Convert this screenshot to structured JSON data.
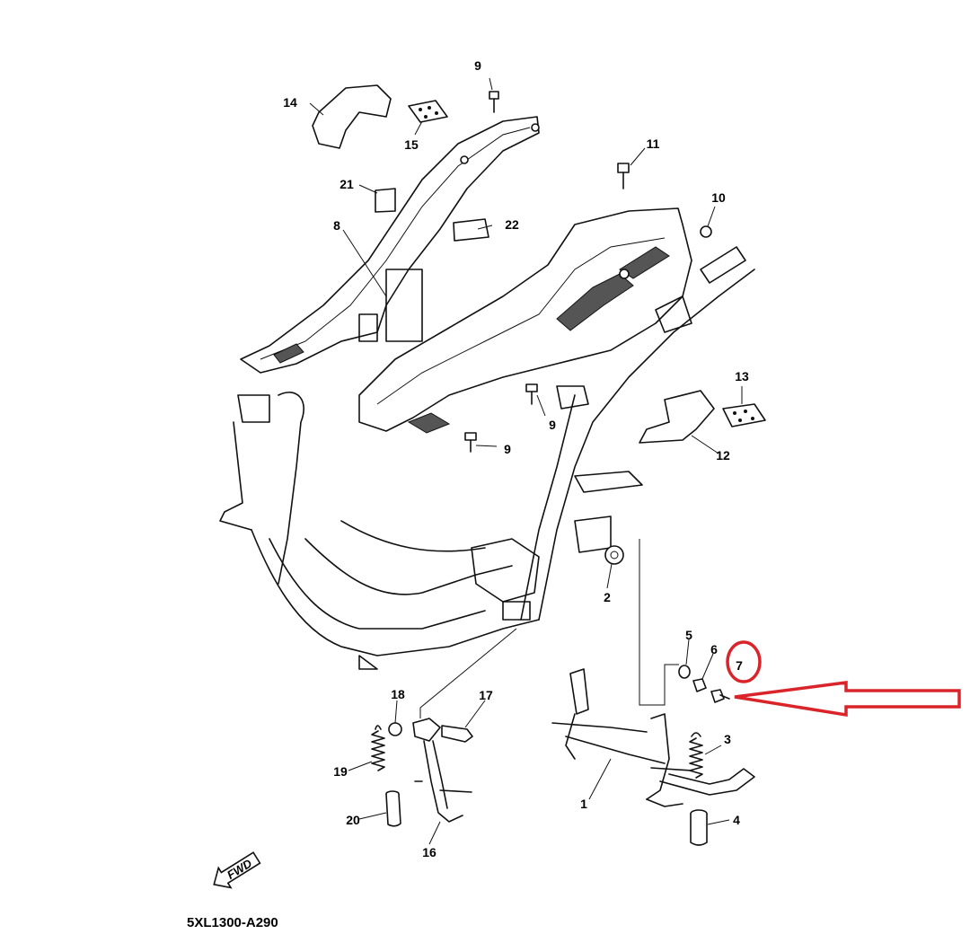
{
  "diagram": {
    "code": "5XL1300-A290",
    "fwd_label": "FWD",
    "parts": [
      "1",
      "2",
      "3",
      "4",
      "5",
      "6",
      "7",
      "8",
      "9",
      "9",
      "9",
      "10",
      "11",
      "12",
      "13",
      "14",
      "15",
      "16",
      "17",
      "18",
      "19",
      "20",
      "21",
      "22"
    ],
    "highlight": {
      "part": "7",
      "color": "#d9252a",
      "marker": "circle-and-arrow"
    }
  }
}
